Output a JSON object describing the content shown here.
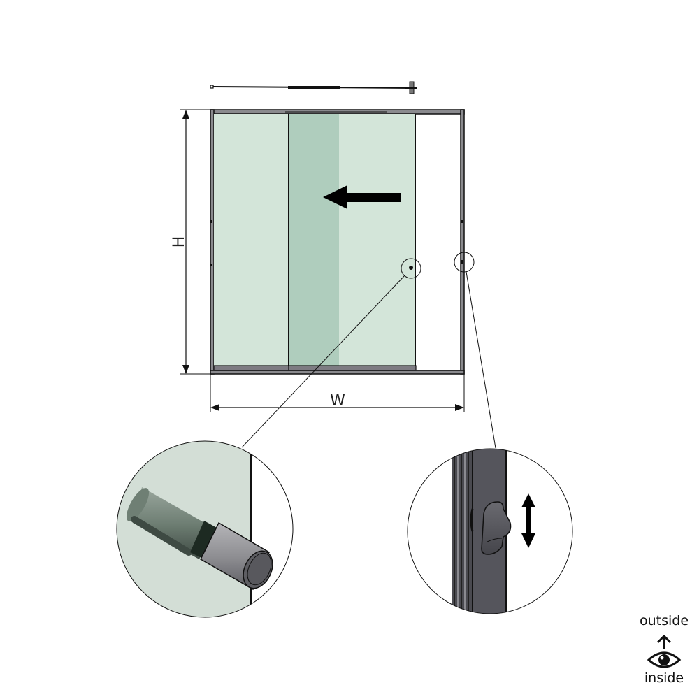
{
  "diagram": {
    "type": "sliding-door-elevation",
    "colors": {
      "glass_light": "#d3e5d9",
      "glass_overlap": "#afcdbd",
      "frame": "#8a8a8e",
      "frame_outline": "#111111",
      "track": "#7d7b82",
      "handle_dark": "#4f4f56",
      "knob_body": "#6f7f74"
    },
    "dimensions": {
      "height_label": "H",
      "width_label": "W"
    },
    "motion": {
      "slide_direction": "left"
    },
    "details": [
      {
        "id": "detail-knob",
        "description": "cylindrical knob on glass panel"
      },
      {
        "id": "detail-latch",
        "description": "latch on frame with up-down movement"
      }
    ],
    "orientation_legend": {
      "top_label": "outside",
      "bottom_label": "inside",
      "arrow": "up-arrow-icon",
      "viewer": "eye-icon"
    }
  }
}
